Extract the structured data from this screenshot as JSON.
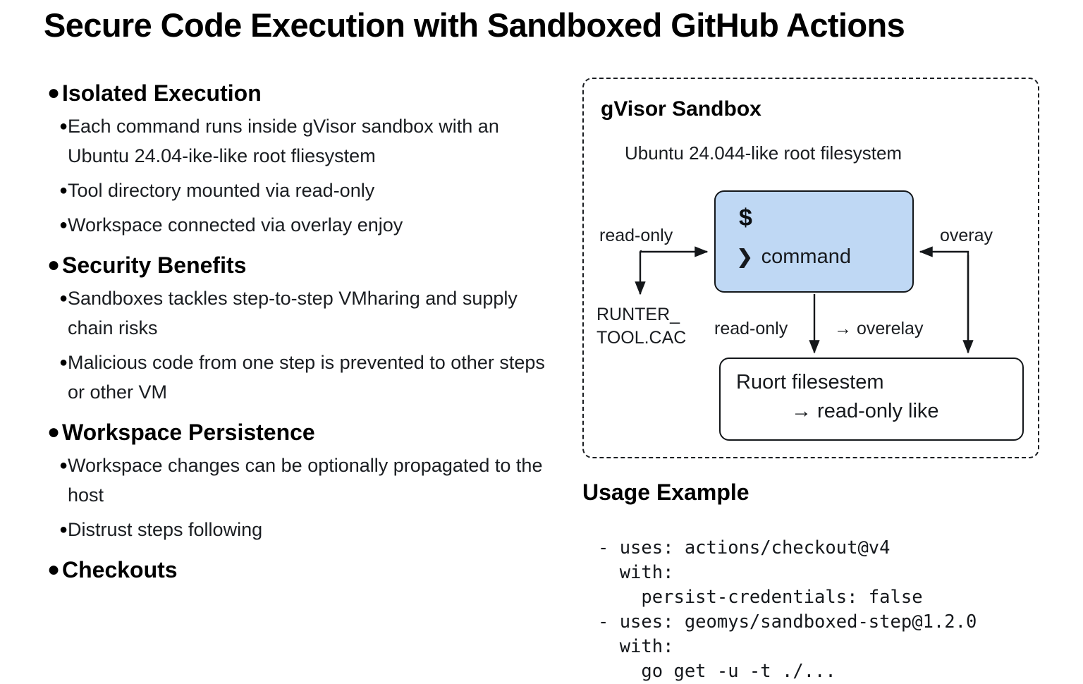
{
  "slide": {
    "title": "Secure Code Execution with Sandboxed GitHub Actions"
  },
  "left_column": {
    "sections": [
      {
        "heading": "Isolated Execution",
        "items": [
          "Each command runs inside gVisor sandbox with an Ubuntu 24.04-ike-like root fliesystem",
          "Tool directory mounted via read-only",
          "Workspace connected via overlay enjoy"
        ]
      },
      {
        "heading": "Security Benefits",
        "items": [
          "Sandboxes tackles step-to-step VMharing and supply chain risks",
          "Malicious code from one step is prevented to other steps or other VM"
        ]
      },
      {
        "heading": "Workspace Persistence",
        "items": [
          "Workspace changes can be optionally propagated to the host",
          "Distrust steps following"
        ]
      },
      {
        "heading": "Checkouts",
        "items": []
      }
    ],
    "bullet_glyph_level1": "●",
    "bullet_glyph_level2": "●"
  },
  "diagram": {
    "title": "gVisor Sandbox",
    "subtitle": "Ubuntu 24.044-like root filesystem",
    "command_box": {
      "prompt_symbol": "$",
      "caret": "❯",
      "command_text": "command",
      "fill_color": "#bfd8f4",
      "border_color": "#14171a"
    },
    "filesystem_box": {
      "line1": "Ruort filesestem",
      "line2": "→ read-only like"
    },
    "labels": {
      "read_only_left": "read-only",
      "overay_right": "overay",
      "runter_tool": "RUNTER_\nTOOL.CAC",
      "read_only_middle": "read-only",
      "overelay_middle": "→ overelay"
    }
  },
  "usage_example": {
    "heading": "Usage Example",
    "code": "- uses: actions/checkout@v4\n  with:\n    persist-credentials: false\n- uses: geomys/sandboxed-step@1.2.0\n  with:\n    go get -u -t ./..."
  }
}
